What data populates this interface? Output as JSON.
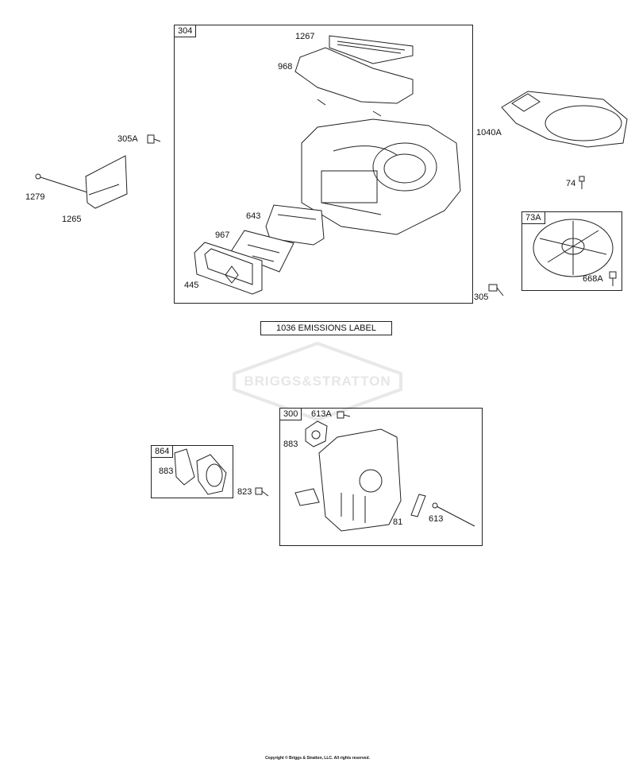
{
  "labels": {
    "box_304": "304",
    "box_73a": "73A",
    "box_300": "300",
    "box_864": "864",
    "p1267": "1267",
    "p968": "968",
    "p305a": "305A",
    "p1279": "1279",
    "p1265": "1265",
    "p643": "643",
    "p967": "967",
    "p445": "445",
    "p1040a": "1040A",
    "p74": "74",
    "p668a": "668A",
    "p305": "305",
    "p613a": "613A",
    "p883_top": "883",
    "p883_left": "883",
    "p823": "823",
    "p81": "81",
    "p613": "613"
  },
  "emissions_label": "1036 EMISSIONS LABEL",
  "watermark": "BRIGGS&STRATTON",
  "copyright": "Copyright © Briggs & Stratton, LLC. All rights reserved.",
  "colors": {
    "line": "#222222",
    "watermark": "#e6e6e6"
  }
}
